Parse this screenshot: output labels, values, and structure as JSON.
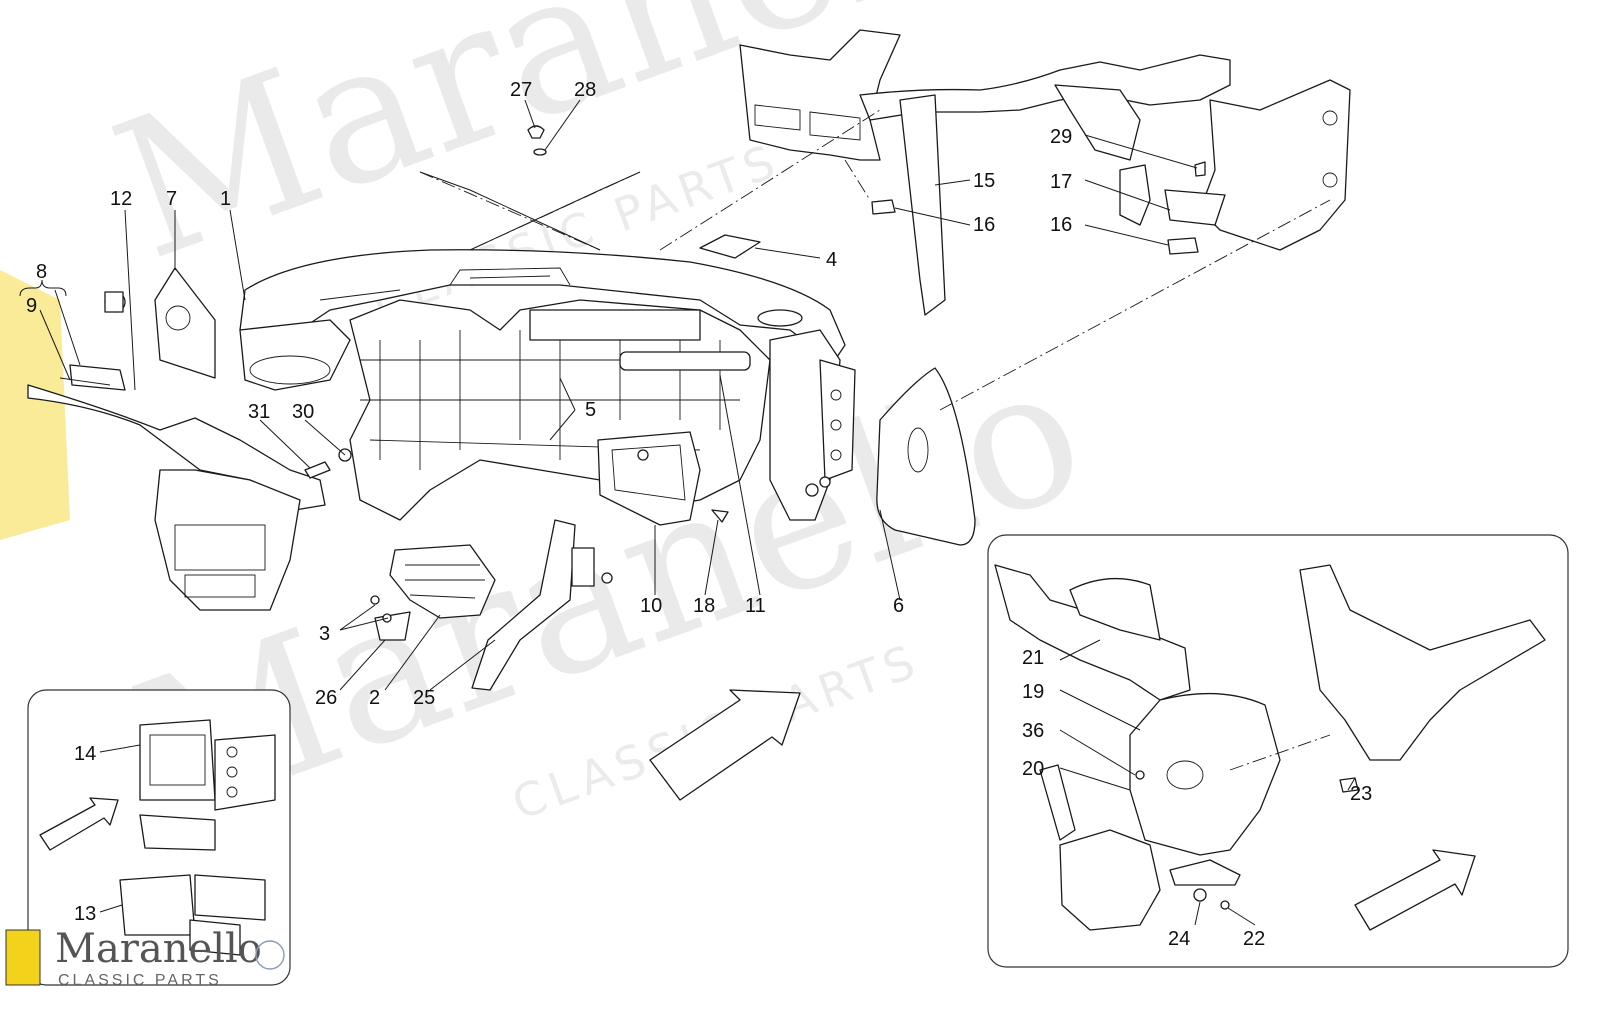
{
  "watermark": {
    "main": "Maranello",
    "sub": "CLASSIC PARTS"
  },
  "brand": {
    "name": "Maranello",
    "sub": "CLASSIC PARTS"
  },
  "callouts": {
    "c1": "1",
    "c2": "2",
    "c3": "3",
    "c4": "4",
    "c5": "5",
    "c6": "6",
    "c7": "7",
    "c8": "8",
    "c9": "9",
    "c10": "10",
    "c11": "11",
    "c12": "12",
    "c13": "13",
    "c14": "14",
    "c15": "15",
    "c16a": "16",
    "c16b": "16",
    "c17": "17",
    "c18": "18",
    "c19": "19",
    "c20": "20",
    "c21": "21",
    "c22": "22",
    "c23": "23",
    "c24": "24",
    "c25": "25",
    "c26": "26",
    "c27": "27",
    "c28": "28",
    "c29": "29",
    "c30": "30",
    "c31": "31",
    "c36": "36"
  },
  "colors": {
    "line": "#1a1a1a",
    "watermark": "#d9d9d9",
    "badge_yellow": "#f2d21b"
  }
}
